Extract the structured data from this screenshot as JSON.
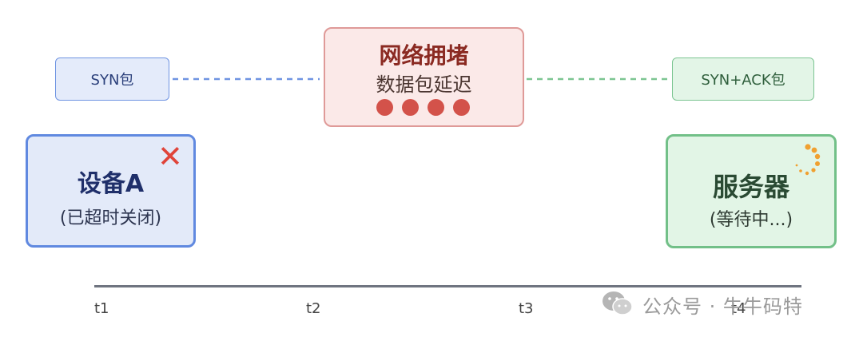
{
  "packets": {
    "syn": "SYN包",
    "synack": "SYN+ACK包"
  },
  "congestion": {
    "title": "网络拥堵",
    "subtitle": "数据包延迟"
  },
  "device_a": {
    "title": "设备A",
    "status": "(已超时关闭)"
  },
  "server": {
    "title": "服务器",
    "status": "(等待中...)"
  },
  "timeline": {
    "ticks": [
      "t1",
      "t2",
      "t3",
      "t4"
    ]
  },
  "watermark": {
    "text": "公众号 · 牛牛码特"
  },
  "colors": {
    "blue": "#6f94e2",
    "green": "#7cc592",
    "red": "#d3524a",
    "orange": "#f0a030"
  }
}
